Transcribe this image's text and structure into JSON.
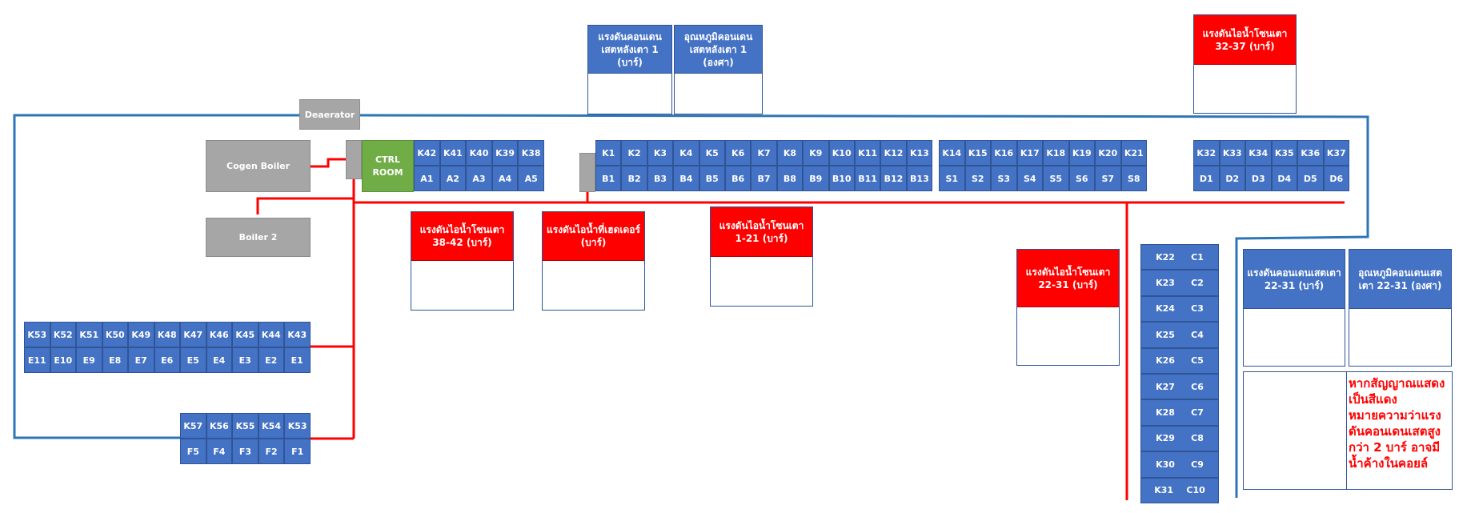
{
  "equipment": {
    "deaerator": "Deaerator",
    "cogen_boiler": "Cogen Boiler",
    "boiler2": "Boiler 2",
    "ctrl_room": "CTRL ROOM"
  },
  "kiln_rows": {
    "A": {
      "top": [
        "K42",
        "K41",
        "K40",
        "K39",
        "K38"
      ],
      "bottom": [
        "A1",
        "A2",
        "A3",
        "A4",
        "A5"
      ]
    },
    "B": {
      "top": [
        "K1",
        "K2",
        "K3",
        "K4",
        "K5",
        "K6",
        "K7",
        "K8",
        "K9",
        "K10",
        "K11",
        "K12",
        "K13"
      ],
      "bottom": [
        "B1",
        "B2",
        "B3",
        "B4",
        "B5",
        "B6",
        "B7",
        "B8",
        "B9",
        "B10",
        "B11",
        "B12",
        "B13"
      ]
    },
    "S": {
      "top": [
        "K14",
        "K15",
        "K16",
        "K17",
        "K18",
        "K19",
        "K20",
        "K21"
      ],
      "bottom": [
        "S1",
        "S2",
        "S3",
        "S4",
        "S5",
        "S6",
        "S7",
        "S8"
      ]
    },
    "D": {
      "top": [
        "K32",
        "K33",
        "K34",
        "K35",
        "K36",
        "K37"
      ],
      "bottom": [
        "D1",
        "D2",
        "D3",
        "D4",
        "D5",
        "D6"
      ]
    },
    "E": {
      "top": [
        "K53",
        "K52",
        "K51",
        "K50",
        "K49",
        "K48",
        "K47",
        "K46",
        "K45",
        "K44",
        "K43"
      ],
      "bottom": [
        "E11",
        "E10",
        "E9",
        "E8",
        "E7",
        "E6",
        "E5",
        "E4",
        "E3",
        "E2",
        "E1"
      ]
    },
    "F": {
      "top": [
        "K57",
        "K56",
        "K55",
        "K54",
        "K53"
      ],
      "bottom": [
        "F5",
        "F4",
        "F3",
        "F2",
        "F1"
      ]
    }
  },
  "kiln_column_c": [
    {
      "k": "K22",
      "c": "C1"
    },
    {
      "k": "K23",
      "c": "C2"
    },
    {
      "k": "K24",
      "c": "C3"
    },
    {
      "k": "K25",
      "c": "C4"
    },
    {
      "k": "K26",
      "c": "C5"
    },
    {
      "k": "K27",
      "c": "C6"
    },
    {
      "k": "K28",
      "c": "C7"
    },
    {
      "k": "K29",
      "c": "C8"
    },
    {
      "k": "K30",
      "c": "C9"
    },
    {
      "k": "K31",
      "c": "C10"
    }
  ],
  "panels": {
    "cond_press_1": {
      "title": "แรงดันคอนเดนเสตหลังเตา 1 (บาร์)",
      "value": ""
    },
    "cond_temp_1": {
      "title": "อุณหภูมิคอนเดนเสตหลังเตา 1 (องศา)",
      "value": ""
    },
    "steam_32_37": {
      "title": "แรงดันไอน้ำโซนเตา 32-37 (บาร์)",
      "value": ""
    },
    "steam_38_42": {
      "title": "แรงดันไอน้ำโซนเตา 38-42 (บาร์)",
      "value": ""
    },
    "steam_header": {
      "title": "แรงดันไอน้ำที่เฮดเดอร์ (บาร์)",
      "value": ""
    },
    "steam_1_21": {
      "title": "แรงดันไอน้ำโซนเตา 1-21 (บาร์)",
      "value": ""
    },
    "steam_22_31": {
      "title": "แรงดันไอน้ำโซนเตา 22-31 (บาร์)",
      "value": ""
    },
    "cond_press_22_31": {
      "title": "แรงดันคอนเดนเสตเตา 22-31 (บาร์)",
      "value": ""
    },
    "cond_temp_22_31": {
      "title": "อุณหภูมิคอนเดนเสตเตา 22-31 (องศา)",
      "value": ""
    }
  },
  "note": "หากสัญญาณแสดงเป็นสีแดงหมายความว่าแรงดันคอนเดนเสตสูงกว่า 2 บาร์ อาจมีน้ำค้างในคอยล์",
  "colors": {
    "steam_line": "#ff0000",
    "condensate_line": "#2e75b6",
    "kiln_cell": "#4472c4",
    "ctrl_room": "#70ad47",
    "equipment": "#a6a6a6"
  }
}
